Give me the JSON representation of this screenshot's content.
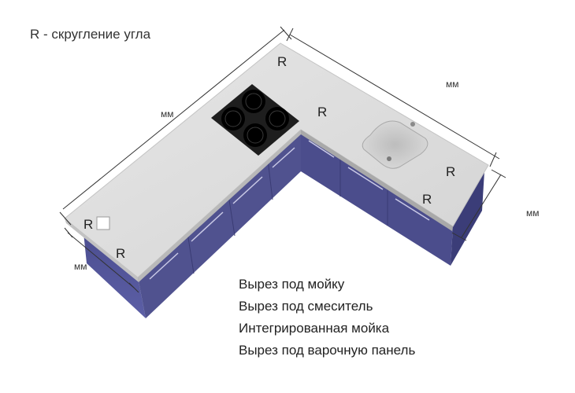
{
  "legend": {
    "title": "R - скругление угла"
  },
  "diagram": {
    "corner_radius_label": "R",
    "unit_label": "мм",
    "colors": {
      "countertop": "#dedede",
      "cabinet_front": "#55579a",
      "cabinet_side": "#3b3d78",
      "hob": "#1e1e1e",
      "burner": "#000000",
      "sink": "#c9c9c9",
      "dimension_line": "#333333"
    }
  },
  "options": [
    {
      "label": "Вырез под мойку"
    },
    {
      "label": "Вырез под смеситель"
    },
    {
      "label": "Интегрированная мойка"
    },
    {
      "label": "Вырез под варочную панель"
    }
  ]
}
